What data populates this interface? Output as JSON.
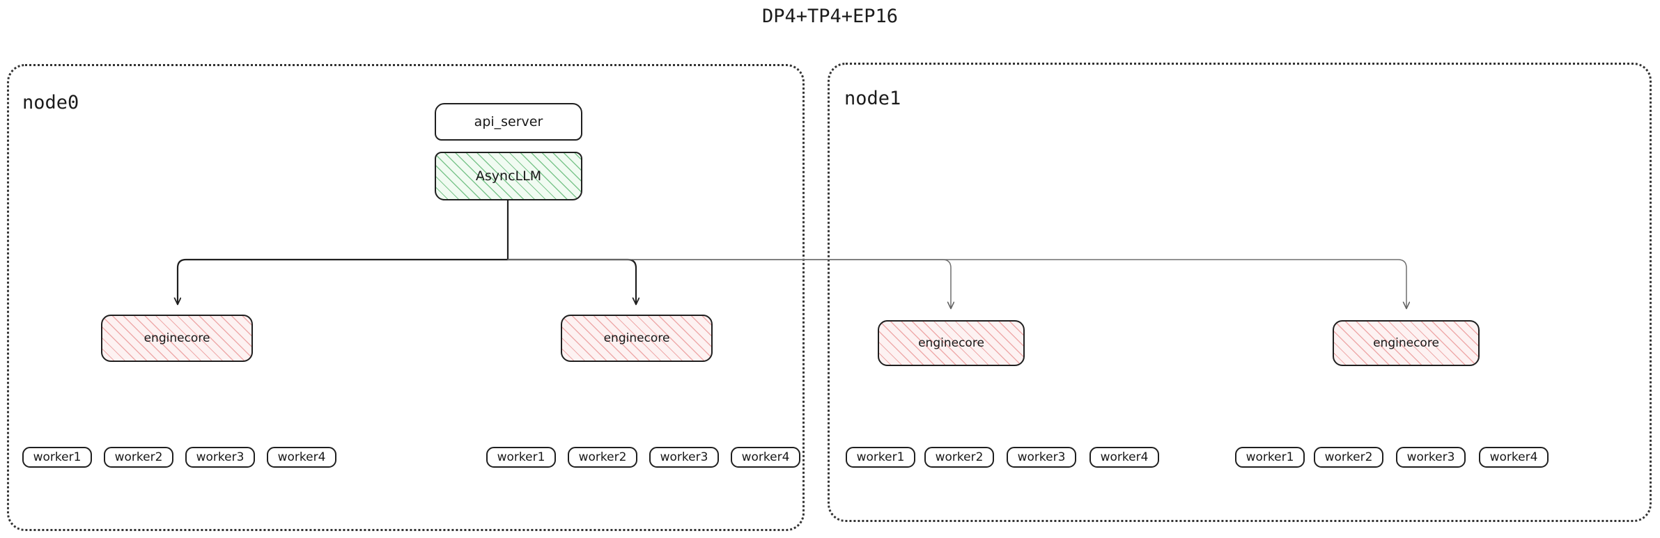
{
  "title": "DP4+TP4+EP16",
  "colors": {
    "stroke": "#1f1f1f",
    "stroke_light": "#6f6f6f",
    "node_border": "#333333",
    "async_fill": "#f1fbf2",
    "async_hatch": "#3da856",
    "enginecore_fill": "#fdf2f2",
    "enginecore_hatch": "#e27070",
    "background": "#ffffff",
    "text": "#171717"
  },
  "nodes": [
    {
      "id": "node0",
      "label": "node0",
      "top_boxes": [
        {
          "name": "api_server",
          "label": "api_server",
          "style": "plain"
        },
        {
          "name": "async_llm",
          "label": "AsyncLLM",
          "style": "green-hatch"
        }
      ],
      "enginecores": [
        {
          "label": "enginecore"
        },
        {
          "label": "enginecore"
        }
      ],
      "worker_groups": [
        {
          "workers": [
            "worker1",
            "worker2",
            "worker3",
            "worker4"
          ]
        },
        {
          "workers": [
            "worker1",
            "worker2",
            "worker3",
            "worker4"
          ]
        }
      ]
    },
    {
      "id": "node1",
      "label": "node1",
      "top_boxes": [],
      "enginecores": [
        {
          "label": "enginecore"
        },
        {
          "label": "enginecore"
        }
      ],
      "worker_groups": [
        {
          "workers": [
            "worker1",
            "worker2",
            "worker3",
            "worker4"
          ]
        },
        {
          "workers": [
            "worker1",
            "worker2",
            "worker3",
            "worker4"
          ]
        }
      ]
    }
  ],
  "edges": {
    "source": "AsyncLLM",
    "targets": [
      "enginecore",
      "enginecore",
      "enginecore",
      "enginecore"
    ],
    "arrowheads": 4
  }
}
